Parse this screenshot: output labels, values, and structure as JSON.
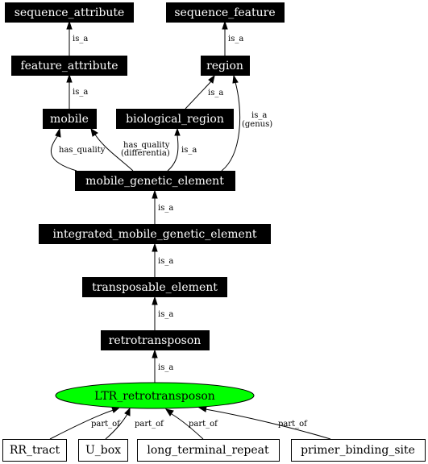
{
  "nodes": {
    "sequence_attribute": "sequence_attribute",
    "sequence_feature": "sequence_feature",
    "feature_attribute": "feature_attribute",
    "region": "region",
    "mobile": "mobile",
    "biological_region": "biological_region",
    "mobile_genetic_element": "mobile_genetic_element",
    "integrated_mobile_genetic_element": "integrated_mobile_genetic_element",
    "transposable_element": "transposable_element",
    "retrotransposon": "retrotransposon",
    "LTR_retrotransposon": "LTR_retrotransposon",
    "RR_tract": "RR_tract",
    "U_box": "U_box",
    "long_terminal_repeat": "long_terminal_repeat",
    "primer_binding_site": "primer_binding_site"
  },
  "edge_labels": {
    "is_a": "is_a",
    "has_quality": "has_quality",
    "has_quality_differentia_1": "has_quality",
    "has_quality_differentia_2": "(differentia)",
    "is_a_genus_1": "is_a",
    "is_a_genus_2": "(genus)",
    "part_of": "part_of"
  },
  "colors": {
    "ellipse_fill": "#00ff00"
  }
}
